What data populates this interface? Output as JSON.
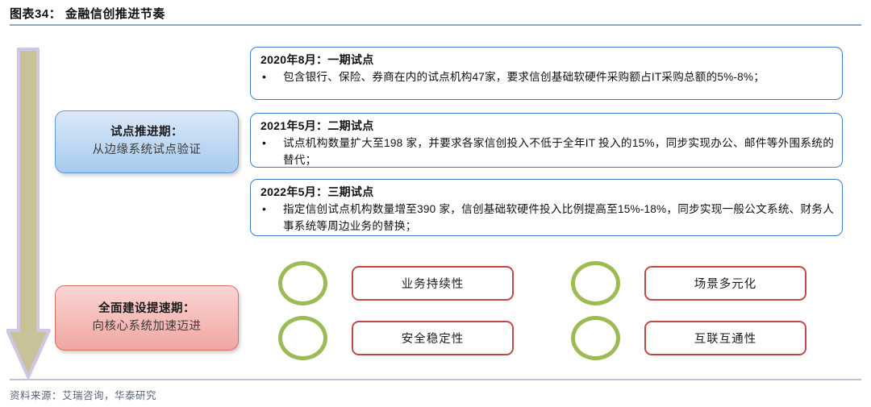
{
  "figure": {
    "title": "图表34： 金融信创推进节奏",
    "source": "资料来源：艾瑞咨询，华泰研究"
  },
  "arrow": {
    "name": "timeline-down-arrow",
    "fill": "#c9c198",
    "stroke": "#cfc6e6"
  },
  "stages": [
    {
      "heading": "试点推进期：",
      "subtitle": "从边缘系统试点验证",
      "accent": "#5d9bd5"
    },
    {
      "heading": "全面建设提速期：",
      "subtitle": "向核心系统加速迈进",
      "accent": "#d96e68"
    }
  ],
  "phases": [
    {
      "header": "2020年8月：一期试点",
      "bullet_marker": "•",
      "body": "包含银行、保险、券商在内的试点机构47家，要求信创基础软硬件采购额占IT采购总额的5%-8%；"
    },
    {
      "header": "2021年5月：二期试点",
      "bullet_marker": "•",
      "body": "试点机构数量扩大至198 家，并要求各家信创投入不低于全年IT 投入的15%，同步实现办公、邮件等外围系统的替代；"
    },
    {
      "header": "2022年5月：三期试点",
      "bullet_marker": "•",
      "body": "指定信创试点机构数量增至390 家，信创基础软硬件投入比例提高至15%-18%，同步实现一般公文系统、财务人事系统等周边业务的替换；"
    }
  ],
  "outcomes": [
    {
      "label": "业务持续性",
      "ring_color": "#9cbb56",
      "box_color": "#bf4a44"
    },
    {
      "label": "场景多元化",
      "ring_color": "#9cbb56",
      "box_color": "#bf4a44"
    },
    {
      "label": "安全稳定性",
      "ring_color": "#9cbb56",
      "box_color": "#bf4a44"
    },
    {
      "label": "互联互通性",
      "ring_color": "#9cbb56",
      "box_color": "#bf4a44"
    }
  ]
}
